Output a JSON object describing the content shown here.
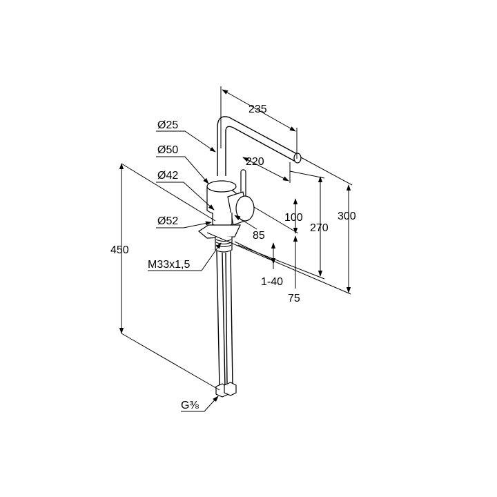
{
  "drawing": {
    "labels": {
      "d25": "Ø25",
      "d50": "Ø50",
      "d42": "Ø42",
      "d52": "Ø52",
      "thread": "M33x1,5",
      "connection": "G⅜"
    },
    "dimensions": {
      "reach": "235",
      "reach_inner": "220",
      "height_100": "100",
      "height_270": "270",
      "height_300": "300",
      "offset_85": "85",
      "deck_thickness": "1-40",
      "base_75": "75",
      "hose_450": "450"
    }
  }
}
